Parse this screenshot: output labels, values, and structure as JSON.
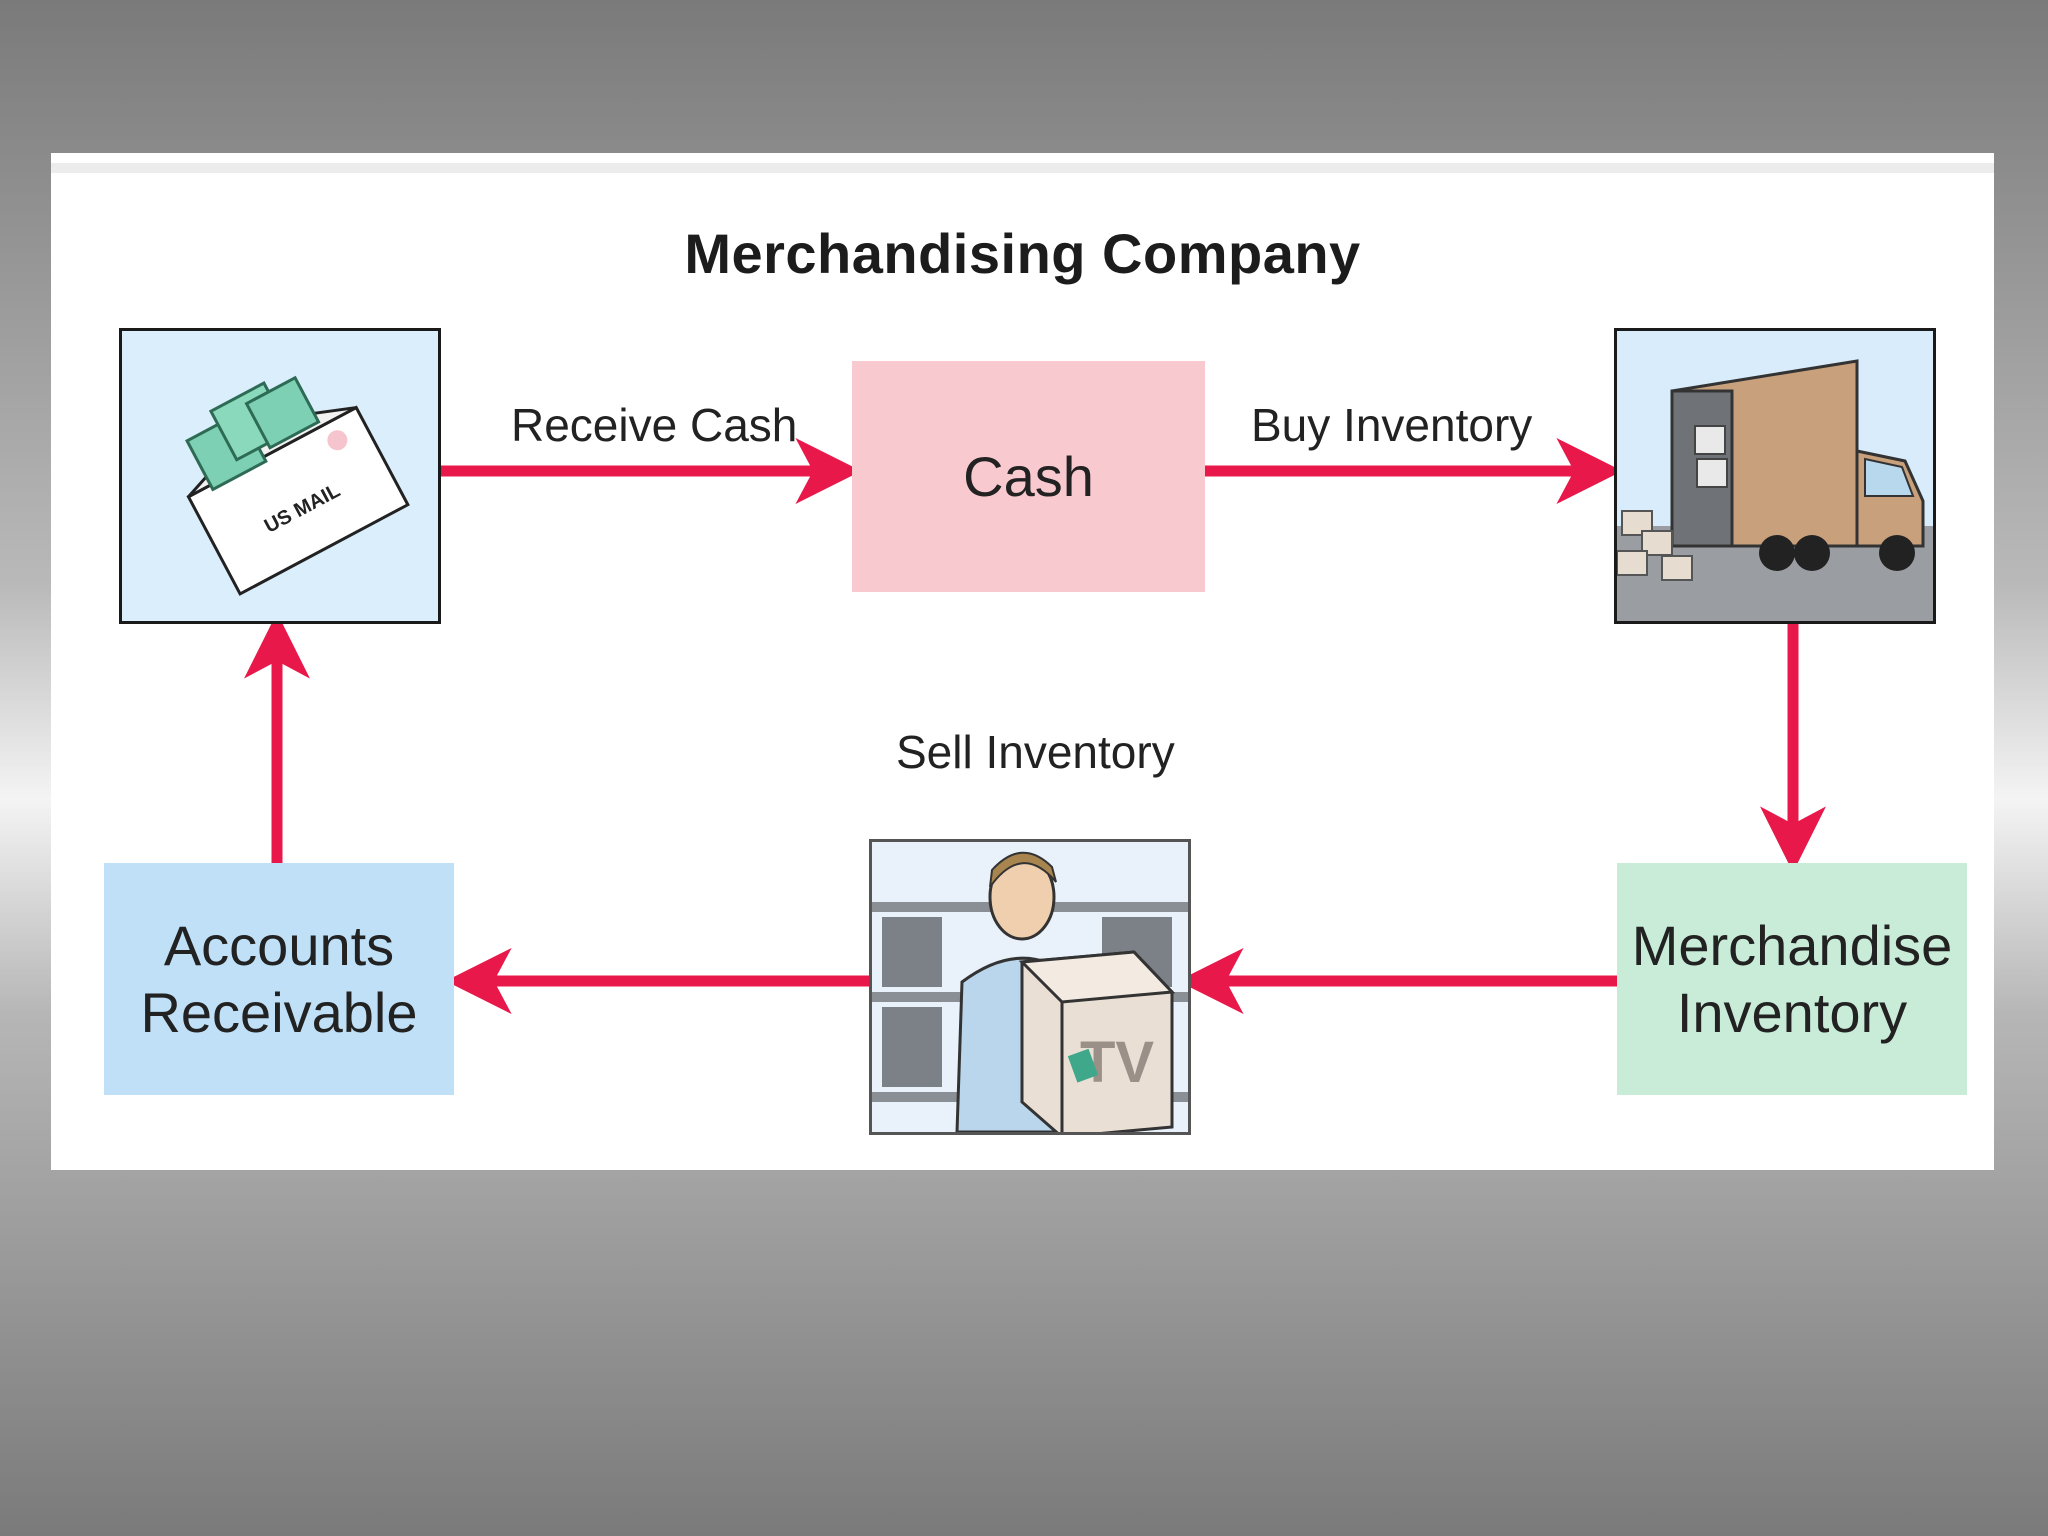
{
  "diagram": {
    "title": "Merchandising Company",
    "nodes": {
      "cash": "Cash",
      "accounts_receivable": [
        "Accounts",
        "Receivable"
      ],
      "merchandise_inventory": [
        "Merchandise",
        "Inventory"
      ]
    },
    "flows": {
      "receive_cash": "Receive Cash",
      "buy_inventory": "Buy Inventory",
      "sell_inventory": "Sell Inventory"
    },
    "illustrations": {
      "mail_envelope_text": "US MAIL",
      "box_text": "TV"
    },
    "colors": {
      "arrow": "#e8194a",
      "cash_box": "#f9c9d0",
      "receivable_box": "#bfe0f7",
      "inventory_box": "#c9ecd9"
    }
  }
}
